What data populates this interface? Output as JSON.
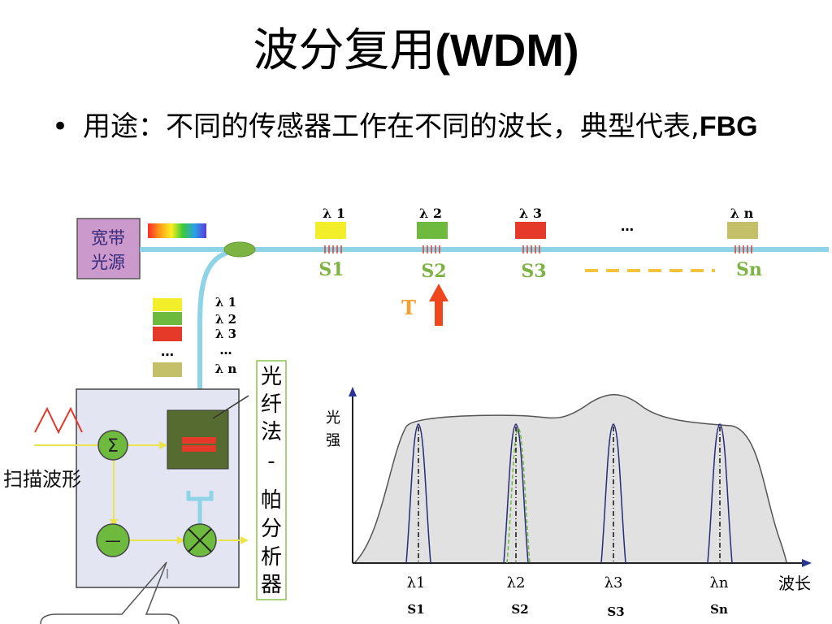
{
  "slide": {
    "title_cn": "波分复用",
    "title_en": "(WDM)",
    "bullet_text": "用途：不同的传感器工作在不同的波长，典型代表,",
    "bullet_bold": "FBG"
  },
  "diagram": {
    "source_label_line1": "宽带",
    "source_label_line2": "光源",
    "top_wavelengths": [
      "λ 1",
      "λ 2",
      "λ 3",
      "…",
      "λ n"
    ],
    "sensors": [
      "S1",
      "S2",
      "S3",
      "Sn"
    ],
    "temperature_label": "T",
    "return_labels": [
      "λ 1",
      "λ 2",
      "λ 3",
      "…",
      "λ n"
    ],
    "return_dots": "…",
    "analyzer_chars": [
      "光",
      "纤",
      "法",
      "-",
      "帕",
      "分",
      "析",
      "器"
    ],
    "sum_symbol": "Σ",
    "minus_symbol": "—",
    "mult_symbol": "⊗",
    "scan_label": "扫描波形",
    "spectrum_ylabel_line1": "光",
    "spectrum_ylabel_line2": "强",
    "spectrum_xlabel": "波长",
    "spectrum_peaks": [
      "λ1",
      "λ2",
      "λ3",
      "λn"
    ],
    "spectrum_sensors": [
      "S1",
      "S2",
      "S3",
      "Sn"
    ],
    "colors": {
      "fiber": "#8fd3e6",
      "source_box": "#cc99cc",
      "sensor_text": "#7cb342",
      "lambda1": "#f2ee2a",
      "lambda2": "#6dba3f",
      "lambda3": "#e53a2a",
      "lambdan": "#c4c06a",
      "arrow": "#f0461e",
      "dash": "#f3c43b",
      "analyzer_border": "#8bc34a",
      "module_bg": "#e3e6f2",
      "yellow_line": "#e9e44b"
    }
  }
}
